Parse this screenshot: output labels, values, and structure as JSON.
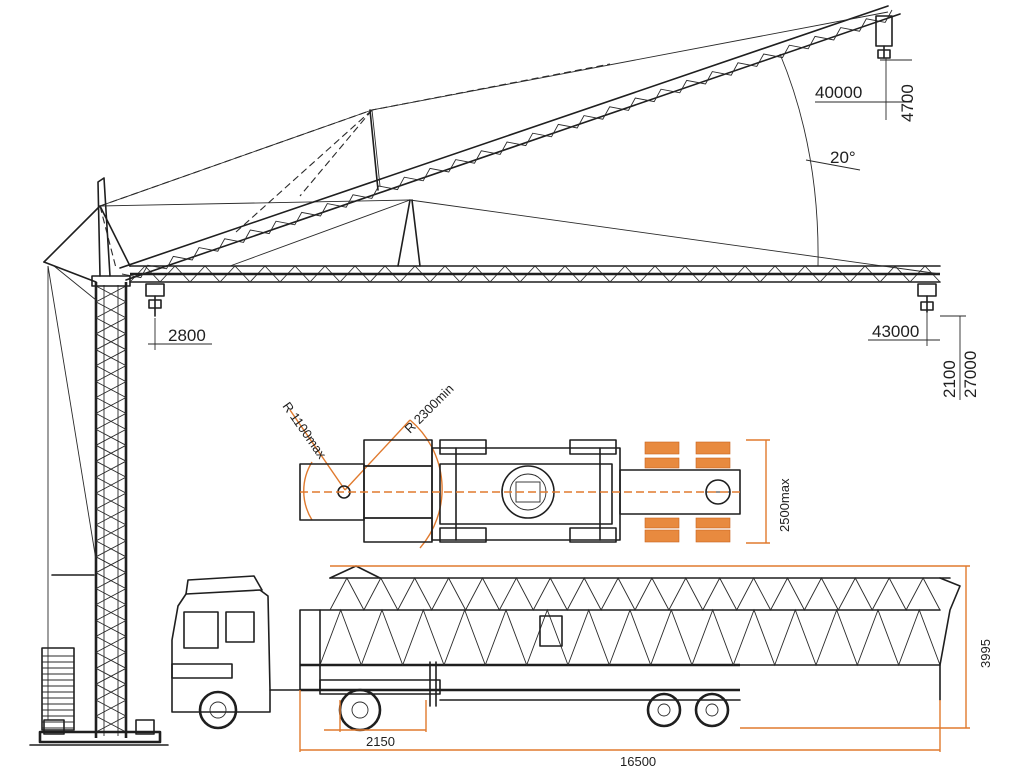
{
  "dimensions": {
    "jib_tip_reach": "40000",
    "jib_tip_height": "4700",
    "luffing_angle": "20°",
    "rear_radius": "2800",
    "horizontal_reach": "43000",
    "hook_height_a": "2100",
    "hook_height_b": "27000",
    "turn_radius_small": "R 1100max",
    "turn_radius_large": "R 2300min",
    "transport_width": "2500max",
    "transport_height": "3995",
    "axle_distance": "2150",
    "transport_length": "16500"
  },
  "colors": {
    "line": "#1f1f1f",
    "accent": "#e07a2e"
  }
}
